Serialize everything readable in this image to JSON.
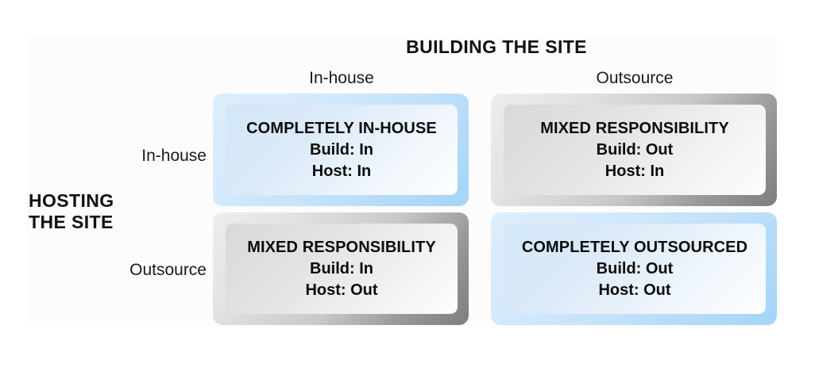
{
  "axes": {
    "top_title": "BUILDING THE SITE",
    "left_title_line1": "HOSTING",
    "left_title_line2": "THE SITE",
    "columns": [
      "In-house",
      "Outsource"
    ],
    "rows": [
      "In-house",
      "Outsource"
    ]
  },
  "colors": {
    "blue_frame": "#a3d4f7",
    "blue_face": "#d3e7f7",
    "gray_frame": "#7e7e7e",
    "gray_face": "#d9d9d9",
    "text": "#0c0c0c",
    "panel_background": "#fcfcfc"
  },
  "quadrants": [
    {
      "id": "top-left",
      "theme": "blue",
      "title": "COMPLETELY IN-HOUSE",
      "build": "Build: In",
      "host": "Host: In",
      "row": "In-house",
      "column": "In-house"
    },
    {
      "id": "top-right",
      "theme": "gray",
      "title": "MIXED RESPONSIBILITY",
      "build": "Build: Out",
      "host": "Host: In",
      "row": "In-house",
      "column": "Outsource"
    },
    {
      "id": "bottom-left",
      "theme": "gray",
      "title": "MIXED RESPONSIBILITY",
      "build": "Build: In",
      "host": "Host: Out",
      "row": "Outsource",
      "column": "In-house"
    },
    {
      "id": "bottom-right",
      "theme": "blue",
      "title": "COMPLETELY OUTSOURCED",
      "build": "Build: Out",
      "host": "Host: Out",
      "row": "Outsource",
      "column": "Outsource"
    }
  ]
}
